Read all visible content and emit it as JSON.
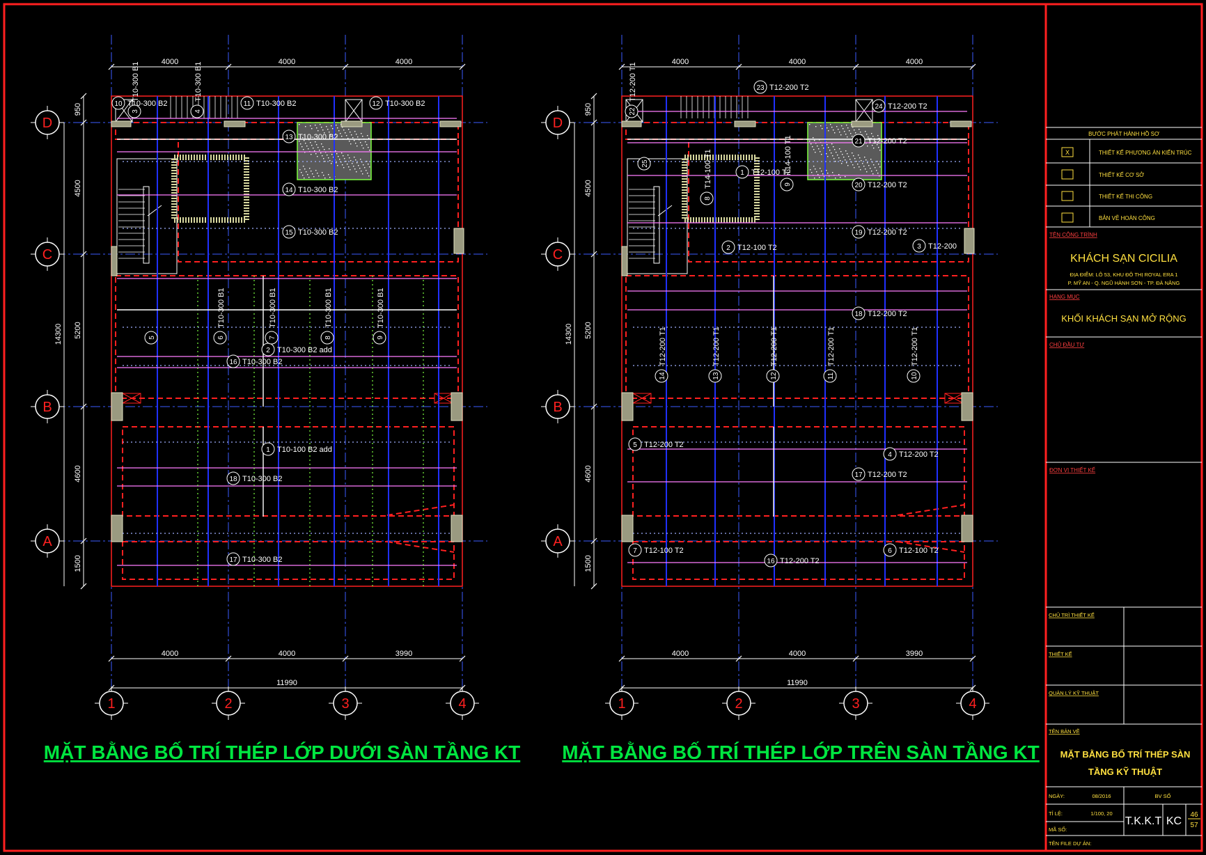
{
  "colors": {
    "background": "#000000",
    "border": "#ff2020",
    "grid": "#3d5cff",
    "dim": "#ffffff",
    "title": "#00e640",
    "bubble": "#ff2020",
    "rebar_blue": "#2030ff",
    "rebar_magenta": "#ff7cff",
    "rebar_green": "#7dff40",
    "yellow": "#ffe040",
    "label": "#ffffff"
  },
  "plans": [
    {
      "title": "MẶT BẰNG BỐ TRÍ THÉP LỚP DƯỚI SÀN  TẦNG KT",
      "top_dims": [
        "4000",
        "4000",
        "4000"
      ],
      "bottom_dims": [
        "4000",
        "4000",
        "3990"
      ],
      "total_dim": "11990",
      "left_dims": [
        "950",
        "4500",
        "5200",
        "4600",
        "1500"
      ],
      "left_total": "14300",
      "row_axes": [
        "D",
        "C",
        "B",
        "A"
      ],
      "col_axes": [
        "1",
        "2",
        "3",
        "4"
      ],
      "labels": [
        {
          "num": "10",
          "text": "T10-300 B2"
        },
        {
          "num": "11",
          "text": "T10-300 B2"
        },
        {
          "num": "12",
          "text": "T10-300 B2"
        },
        {
          "num": "13",
          "text": "T10-300 B2"
        },
        {
          "num": "14",
          "text": "T10-300 B2"
        },
        {
          "num": "15",
          "text": "T10-300 B2"
        },
        {
          "num": "2",
          "text": "T10-300 B2 add"
        },
        {
          "num": "16",
          "text": "T10-300 B2"
        },
        {
          "num": "1",
          "text": "T10-100 B2 add"
        },
        {
          "num": "18",
          "text": "T10-300 B2"
        },
        {
          "num": "17",
          "text": "T10-300 B2"
        }
      ],
      "vlabels": [
        {
          "num": "3",
          "text": "T10-300 B1"
        },
        {
          "num": "4",
          "text": "T10-300 B1"
        },
        {
          "num": "5",
          "text": ""
        },
        {
          "num": "6",
          "text": "T10-300 B1"
        },
        {
          "num": "7",
          "text": "T10-300 B1"
        },
        {
          "num": "8",
          "text": "T10-300 B1"
        },
        {
          "num": "9",
          "text": "T10-300 B1"
        }
      ]
    },
    {
      "title": "MẶT BẰNG BỐ TRÍ THÉP LỚP TRÊN SÀN  TẦNG KT",
      "top_dims": [
        "4000",
        "4000",
        "4000"
      ],
      "bottom_dims": [
        "4000",
        "4000",
        "3990"
      ],
      "total_dim": "11990",
      "left_dims": [
        "950",
        "4500",
        "5200",
        "4600",
        "1500"
      ],
      "left_total": "14300",
      "row_axes": [
        "D",
        "C",
        "B",
        "A"
      ],
      "col_axes": [
        "1",
        "2",
        "3",
        "4"
      ],
      "labels": [
        {
          "num": "23",
          "text": "T12-200 T2"
        },
        {
          "num": "24",
          "text": "T12-200 T2"
        },
        {
          "num": "21",
          "text": "T12-200 T2"
        },
        {
          "num": "1",
          "text": "T12-100 T2"
        },
        {
          "num": "20",
          "text": "T12-200 T2"
        },
        {
          "num": "19",
          "text": "T12-200 T2"
        },
        {
          "num": "2",
          "text": "T12-100 T2"
        },
        {
          "num": "3",
          "text": "T12-200"
        },
        {
          "num": "18",
          "text": "T12-200 T2"
        },
        {
          "num": "5",
          "text": "T12-200 T2"
        },
        {
          "num": "4",
          "text": "T12-200 T2"
        },
        {
          "num": "17",
          "text": "T12-200 T2"
        },
        {
          "num": "7",
          "text": "T12-100 T2"
        },
        {
          "num": "16",
          "text": "T12-200 T2"
        },
        {
          "num": "6",
          "text": "T12-100 T2"
        }
      ],
      "vlabels": [
        {
          "num": "22",
          "text": "T12-200 T1"
        },
        {
          "num": "25",
          "text": ""
        },
        {
          "num": "8",
          "text": "T14-100 T1"
        },
        {
          "num": "9",
          "text": "T14-100 T1"
        },
        {
          "num": "14",
          "text": "T12-200 T1"
        },
        {
          "num": "13",
          "text": "T12-200 T1"
        },
        {
          "num": "12",
          "text": "T12-200 T1"
        },
        {
          "num": "11",
          "text": "T12-200 T1"
        },
        {
          "num": "10",
          "text": "T12-200 T1"
        }
      ]
    }
  ],
  "title_block": {
    "issue_header": "BƯỚC PHÁT HÀNH HỒ SƠ",
    "issue_steps": [
      {
        "mark": "X",
        "label": "THIẾT KẾ PHƯƠNG ÁN KIẾN TRÚC"
      },
      {
        "mark": "",
        "label": "THIẾT KẾ CƠ SỞ"
      },
      {
        "mark": "",
        "label": "THIẾT KẾ THI CÔNG"
      },
      {
        "mark": "",
        "label": "BẢN VẼ HOÀN CÔNG"
      }
    ],
    "project_caption": "TÊN CÔNG TRÌNH",
    "project_name": "KHÁCH SẠN CICILIA",
    "address_1": "ĐỊA ĐIỂM: LÔ 53, KHU ĐÔ THỊ ROYAL ERA 1",
    "address_2": "P. MỸ AN - Q. NGŨ HÀNH SƠN - TP. ĐÀ NẴNG",
    "category_caption": "HẠNG MỤC",
    "category_name": "KHỐI KHÁCH SẠN MỞ RỘNG",
    "owner_caption": "CHỦ ĐẦU TƯ",
    "designer_caption": "ĐƠN VỊ THIẾT KẾ",
    "lead_caption": "CHỦ TRÌ THIẾT KẾ",
    "design_caption": "THIẾT KẾ",
    "qa_caption": "QUẢN LÝ KỸ THUẬT",
    "drawing_caption": "TÊN BẢN VẼ",
    "drawing_name_1": "MẶT BẰNG BỐ TRÍ THÉP SÀN",
    "drawing_name_2": "TẦNG KỸ THUẬT",
    "date_label": "NGÀY:",
    "date_value": "08/2016",
    "scale_label": "TỈ LỆ:",
    "scale_value": "1/100, 20",
    "code_label": "MÃ SỐ:",
    "sheet_label": "BV SỐ",
    "file_label": "TÊN FILE DỰ ÁN:",
    "sheet_code": "T.K.K.T",
    "sheet_type": "KC",
    "sheet_num": "46",
    "sheet_total": "57"
  }
}
